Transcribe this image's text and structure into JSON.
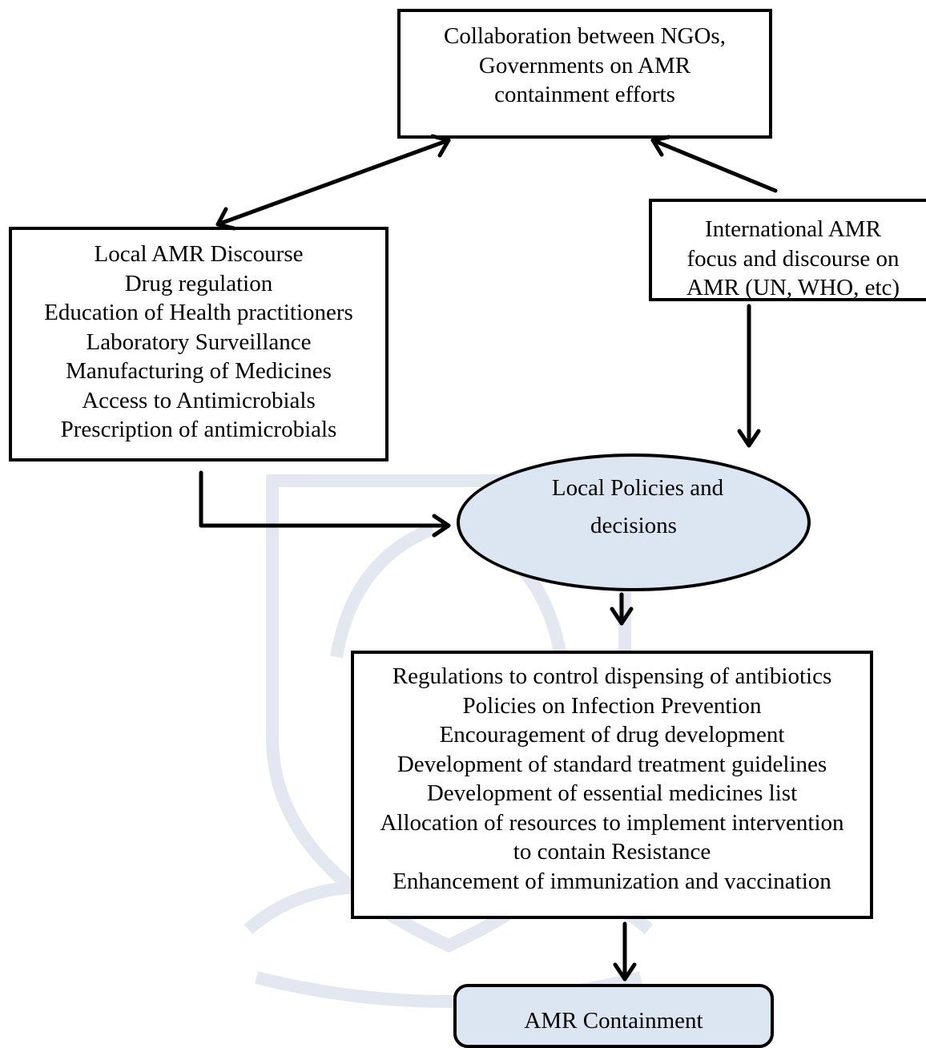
{
  "diagram": {
    "nodes": {
      "collaboration": {
        "lines": [
          "Collaboration between NGOs,",
          "Governments on AMR",
          "containment efforts"
        ]
      },
      "local_discourse": {
        "lines": [
          "Local AMR Discourse",
          "Drug regulation",
          "Education of Health practitioners",
          "Laboratory Surveillance",
          "Manufacturing of Medicines",
          "Access to Antimicrobials",
          "Prescription of antimicrobials"
        ]
      },
      "international": {
        "lines": [
          "International AMR",
          "focus and discourse on",
          "AMR (UN, WHO, etc)"
        ]
      },
      "local_policies": {
        "lines": [
          "Local Policies and",
          "decisions"
        ]
      },
      "policy_actions": {
        "lines": [
          "Regulations to control dispensing of antibiotics",
          "Policies on Infection Prevention",
          "Encouragement of drug development",
          "Development of standard treatment guidelines",
          "Development of essential medicines list",
          "Allocation of resources to implement intervention",
          "to contain Resistance",
          "Enhancement of immunization and vaccination"
        ]
      },
      "containment": {
        "label": "AMR Containment"
      }
    },
    "edges": [
      {
        "from": "collaboration",
        "to": "local_discourse",
        "direction": "both"
      },
      {
        "from": "international",
        "to": "collaboration",
        "direction": "forward"
      },
      {
        "from": "international",
        "to": "local_policies",
        "direction": "forward"
      },
      {
        "from": "local_discourse",
        "to": "local_policies",
        "direction": "forward"
      },
      {
        "from": "local_policies",
        "to": "policy_actions",
        "direction": "forward"
      },
      {
        "from": "policy_actions",
        "to": "containment",
        "direction": "forward"
      }
    ],
    "colors": {
      "node_fill_highlight": "#dce6f2",
      "stroke": "#000000",
      "watermark": "#d7dce9"
    }
  }
}
